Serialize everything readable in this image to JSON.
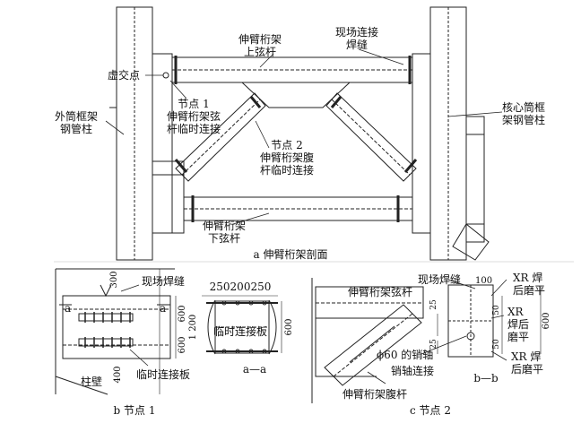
{
  "figure_a": {
    "caption": "a  伸臂桁架剖面",
    "top_chord": [
      "伸臂桁架",
      "上弦杆"
    ],
    "field_weld": [
      "现场连接",
      "焊缝"
    ],
    "virtual_point": "虚交点",
    "node1": [
      "节点 1",
      "伸臂桁架弦",
      "杆临时连接"
    ],
    "core_column": [
      "核心筒框",
      "架钢管柱"
    ],
    "outer_column": [
      "外筒框架",
      "钢管柱"
    ],
    "node2": [
      "节点 2",
      "伸臂桁架腹",
      "杆临时连接"
    ],
    "bottom_chord": [
      "伸臂桁架",
      "下弦杆"
    ]
  },
  "figure_b": {
    "caption": "b  节点 1",
    "field_weld": "现场焊缝",
    "dim_300": "300",
    "dim_600_a": "600",
    "dim_1200": "1 200",
    "dim_600_b": "600",
    "dim_400": "400",
    "col_wall": "柱壁",
    "temp_plate": "临时连接板",
    "sec_a": "a",
    "sec_a2": "a"
  },
  "figure_aa": {
    "caption": "a—a",
    "dims_top": "250200250",
    "dim_600": "600",
    "temp_plate": "临时连接板"
  },
  "figure_c": {
    "caption": "c  节点 2",
    "chord": "伸臂桁架弦杆",
    "web": "伸臂桁架腹杆",
    "field_weld": "现场焊缝",
    "dim_100": "100",
    "pin": "ϕ60 的销轴",
    "pin_conn": "销轴连接",
    "xr1": [
      "XR 焊",
      "后磨平"
    ],
    "xr2": [
      "XR",
      "焊后",
      "磨平"
    ],
    "xr3": [
      "XR 焊",
      "后磨平"
    ],
    "dim_25a": "25",
    "dim_50a": "50",
    "dim_25b": "25",
    "dim_50b": "50",
    "dim_600": "600",
    "sec_bb": "b—b"
  }
}
